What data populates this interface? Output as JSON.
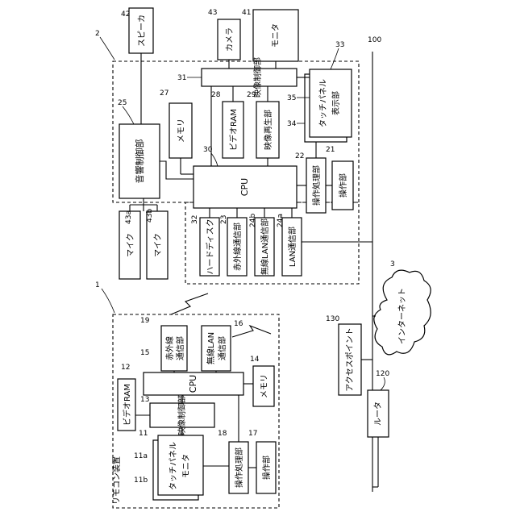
{
  "refs": {
    "r1": "1",
    "r2": "2",
    "r3": "3",
    "r11": "11",
    "r11a": "11a",
    "r11b": "11b",
    "r12": "12",
    "r13": "13",
    "r14": "14",
    "r15": "15",
    "r16": "16",
    "r17": "17",
    "r18": "18",
    "r19": "19",
    "r21": "21",
    "r22": "22",
    "r23": "23",
    "r24a": "24a",
    "r24b": "24b",
    "r25": "25",
    "r27": "27",
    "r28": "28",
    "r29": "29",
    "r30": "30",
    "r31": "31",
    "r32": "32",
    "r33": "33",
    "r34": "34",
    "r35": "35",
    "r41": "41",
    "r42": "42",
    "r43": "43",
    "r43a": "43a",
    "r43b": "43b",
    "r100": "100",
    "r120": "120",
    "r130": "130"
  },
  "labels": {
    "speaker": "スピーカ",
    "camera": "カメラ",
    "monitor": "モニタ",
    "video_ctrl": "映像制御部",
    "touch_display_1": "タッチパネル",
    "touch_display_2": "表示部",
    "sound_ctrl": "音響制御部",
    "memory": "メモリ",
    "video_ram_1": "ビデオRAM",
    "video_play": "映像再生部",
    "cpu": "CPU",
    "op_proc": "操作処理部",
    "op_unit": "操作部",
    "mic": "マイク",
    "hdd": "ハードディスク",
    "ir_comm": "赤外線通信部",
    "wlan_comm": "無線LAN通信部",
    "lan_comm": "LAN通信部",
    "internet": "インターネット",
    "access_point": "アクセスポイント",
    "router": "ルータ",
    "remote_device": "リモコン装置",
    "video_ram_2": "ビデオRAM",
    "rc_ir_1": "赤外線",
    "rc_ir_2": "通信部",
    "rc_wlan_1": "無線LAN",
    "rc_wlan_2": "通信部",
    "rc_video_ctrl": "映像制御部",
    "rc_touch_1": "タッチパネル",
    "rc_touch_2": "モニタ"
  }
}
